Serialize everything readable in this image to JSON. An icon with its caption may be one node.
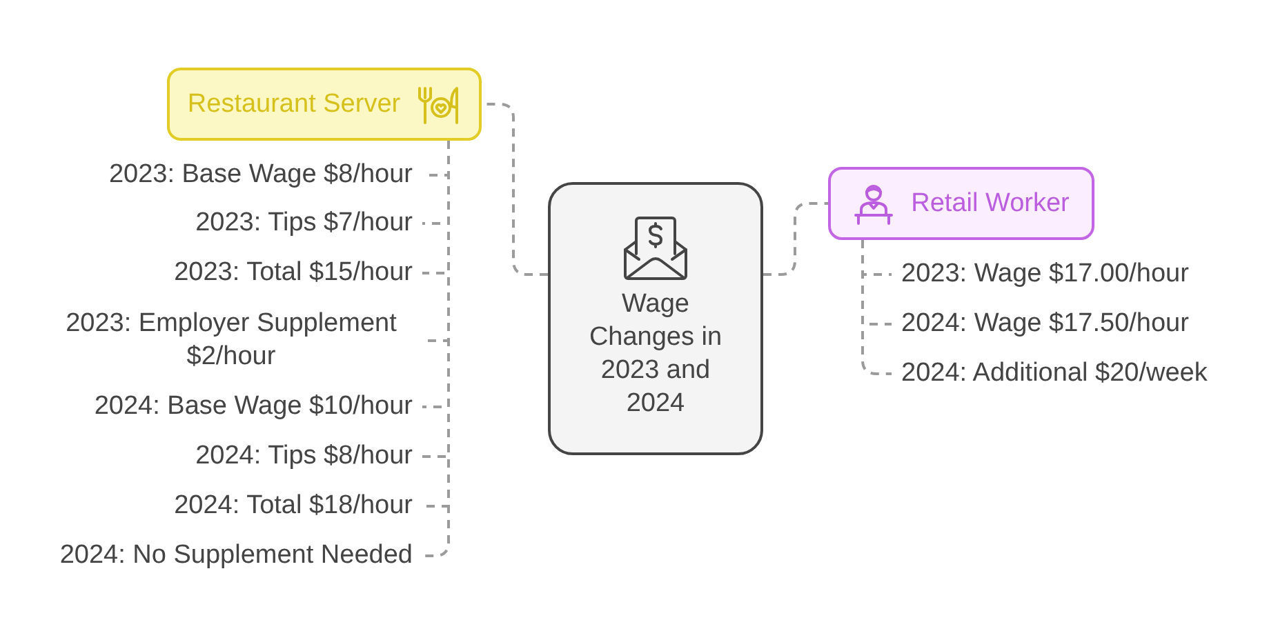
{
  "diagram": {
    "nodes": [
      {
        "text": [
          "Wage Changes in 2023 and 2024"
        ]
      },
      {
        "text": [
          "Restaurant Server"
        ]
      },
      {
        "text": [
          "Retail Worker"
        ]
      },
      {
        "text": [
          "2023: Base Wage $8/hour"
        ]
      },
      {
        "text": [
          "2023: Tips $7/hour"
        ]
      },
      {
        "text": [
          "2023: Total $15/hour"
        ]
      },
      {
        "text": [
          "2023: Employer Supplement $2/hour"
        ]
      },
      {
        "text": [
          "2024: Base Wage $10/hour"
        ]
      },
      {
        "text": [
          "2024: Tips $8/hour"
        ]
      },
      {
        "text": [
          "2024: Total $18/hour"
        ]
      },
      {
        "text": [
          "2024: No Supplement Needed"
        ]
      },
      {
        "text": [
          "2023: Wage $17.00/hour"
        ]
      },
      {
        "text": [
          "2024: Wage $17.50/hour"
        ]
      },
      {
        "text": [
          "2024: Additional $20/week"
        ]
      }
    ],
    "edges": [
      {
        "from": 0,
        "to": 1,
        "arrow": "none",
        "style": "dashed"
      },
      {
        "from": 0,
        "to": 2,
        "arrow": "none",
        "style": "dashed"
      },
      {
        "from": 1,
        "to": 3,
        "arrow": "none",
        "style": "dashed"
      },
      {
        "from": 1,
        "to": 4,
        "arrow": "none",
        "style": "dashed"
      },
      {
        "from": 1,
        "to": 5,
        "arrow": "none",
        "style": "dashed"
      },
      {
        "from": 1,
        "to": 6,
        "arrow": "none",
        "style": "dashed"
      },
      {
        "from": 1,
        "to": 7,
        "arrow": "none",
        "style": "dashed"
      },
      {
        "from": 1,
        "to": 8,
        "arrow": "none",
        "style": "dashed"
      },
      {
        "from": 1,
        "to": 9,
        "arrow": "none",
        "style": "dashed"
      },
      {
        "from": 1,
        "to": 10,
        "arrow": "none",
        "style": "dashed"
      },
      {
        "from": 2,
        "to": 11,
        "arrow": "none",
        "style": "dashed"
      },
      {
        "from": 2,
        "to": 12,
        "arrow": "none",
        "style": "dashed"
      },
      {
        "from": 2,
        "to": 13,
        "arrow": "none",
        "style": "dashed"
      }
    ]
  }
}
